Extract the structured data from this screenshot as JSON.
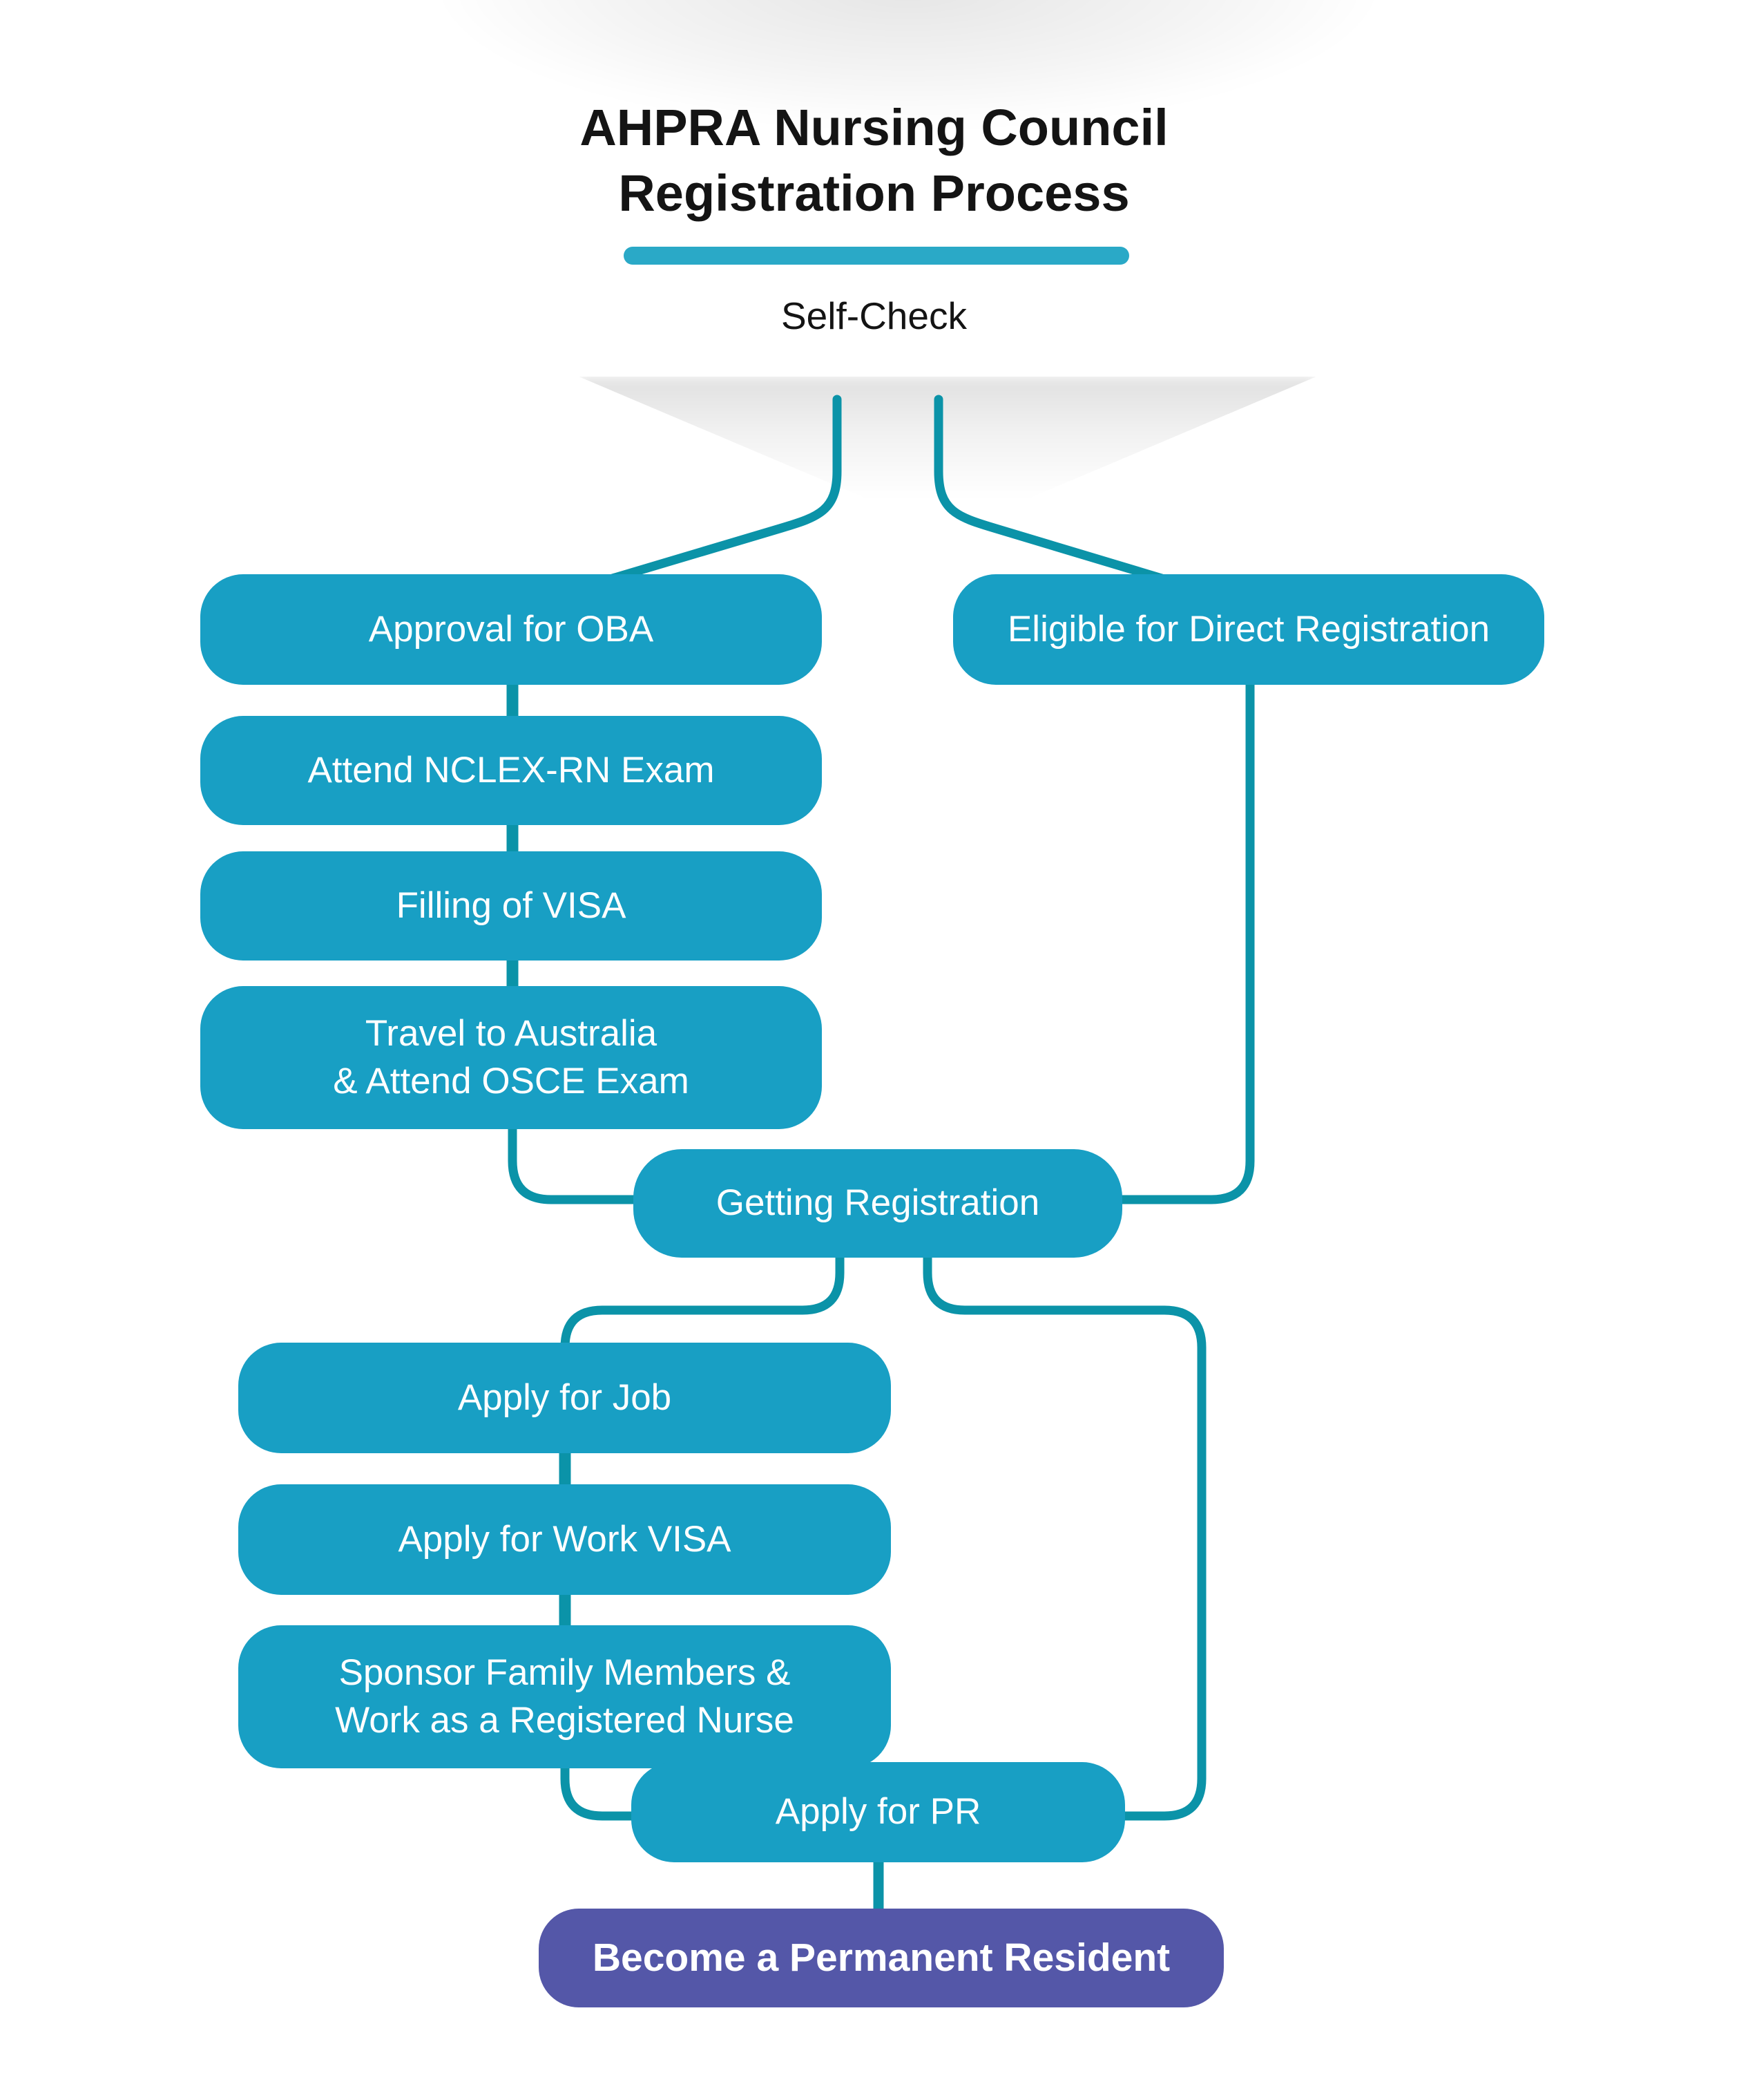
{
  "header": {
    "title_line1": "AHPRA Nursing Council",
    "title_line2": "Registration Process",
    "subtitle": "Self-Check"
  },
  "nodes": {
    "approval_oba": "Approval for OBA",
    "attend_nclex": "Attend NCLEX-RN Exam",
    "filling_visa": "Filling of VISA",
    "travel_line1": "Travel to Australia",
    "travel_line2": "& Attend OSCE Exam",
    "eligible_direct": "Eligible for Direct Registration",
    "getting_registration": "Getting Registration",
    "apply_job": "Apply for Job",
    "apply_work_visa": "Apply for Work VISA",
    "sponsor_line1": "Sponsor Family Members &",
    "sponsor_line2": "Work as a Registered Nurse",
    "apply_pr": "Apply for PR",
    "become_pr": "Become a Permanent Resident"
  },
  "colors": {
    "node_fill": "#189FC4",
    "connector": "#0B93A8",
    "final_fill": "#5457A8",
    "divider": "#2AA9C7",
    "node_text": "#FFFFFF",
    "heading_text": "#141414"
  }
}
